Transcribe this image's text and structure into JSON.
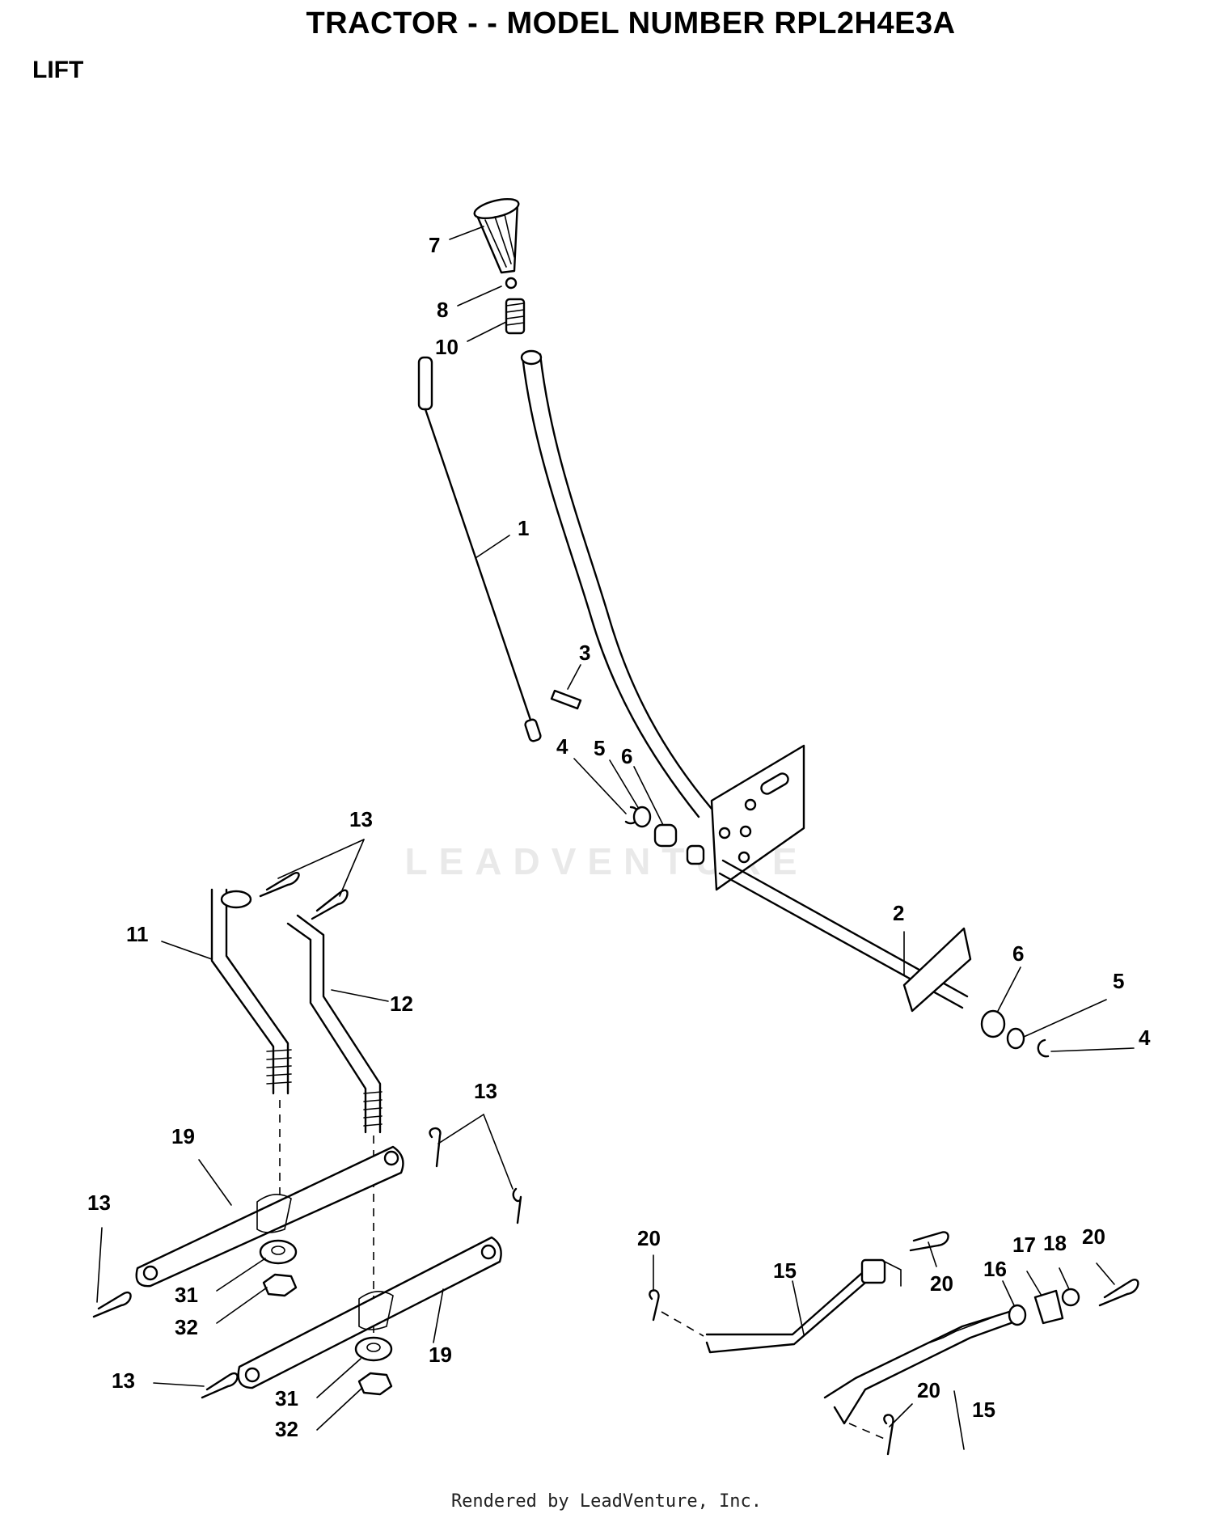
{
  "page": {
    "title": "TRACTOR - - MODEL NUMBER RPL2H4E3A",
    "section": "LIFT",
    "watermark": "LEADVENTURE",
    "footer": "Rendered by LeadVenture, Inc."
  },
  "callouts": {
    "c1": "1",
    "c2": "2",
    "c3": "3",
    "c4a": "4",
    "c4b": "4",
    "c5a": "5",
    "c5b": "5",
    "c6a": "6",
    "c6b": "6",
    "c7": "7",
    "c8": "8",
    "c10": "10",
    "c11": "11",
    "c12": "12",
    "c13a": "13",
    "c13b": "13",
    "c13c": "13",
    "c13d": "13",
    "c15a": "15",
    "c15b": "15",
    "c16": "16",
    "c17": "17",
    "c18": "18",
    "c19a": "19",
    "c19b": "19",
    "c20a": "20",
    "c20b": "20",
    "c20c": "20",
    "c20d": "20",
    "c31a": "31",
    "c31b": "31",
    "c32a": "32",
    "c32b": "32"
  }
}
